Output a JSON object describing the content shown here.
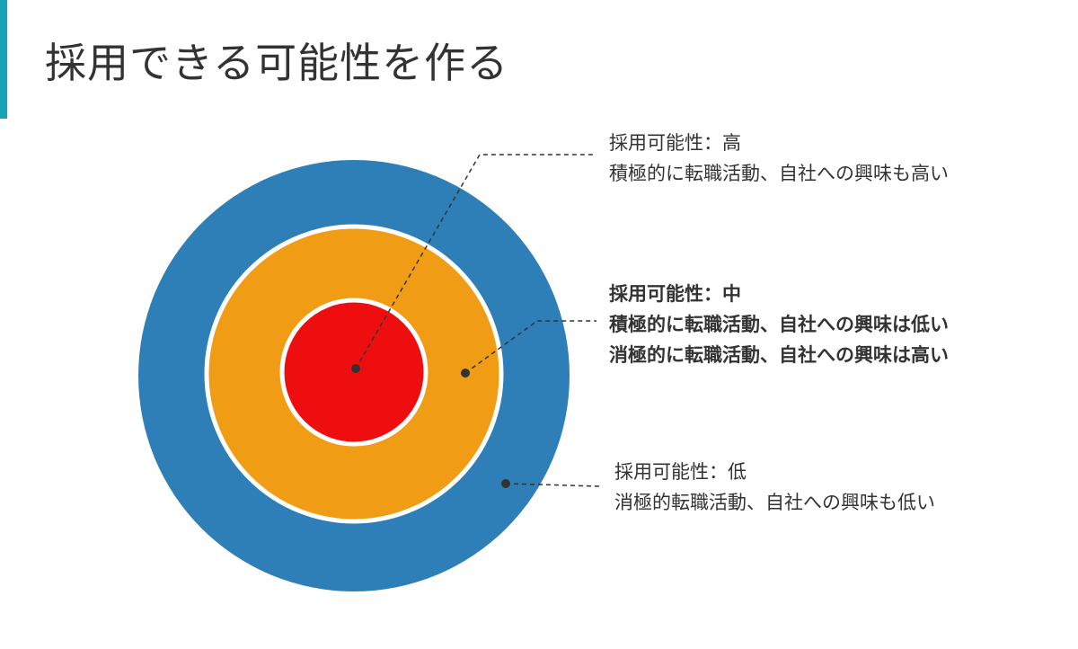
{
  "title": "採用できる可能性を作る",
  "colors": {
    "accent": "#17a2b8",
    "outer_ring": "#2e7fb8",
    "middle_ring": "#f09c15",
    "inner_circle": "#ee0e10",
    "ring_border": "#ffffff",
    "leader_line": "#333333"
  },
  "levels": {
    "high": {
      "heading": "採用可能性：高",
      "lines": [
        "積極的に転職活動、自社への興味も高い"
      ]
    },
    "mid": {
      "heading": "採用可能性：中",
      "lines": [
        "積極的に転職活動、自社への興味は低い",
        "消極的に転職活動、自社への興味は高い"
      ]
    },
    "low": {
      "heading": "採用可能性：低",
      "lines": [
        "消極的転職活動、自社への興味も低い"
      ]
    }
  }
}
